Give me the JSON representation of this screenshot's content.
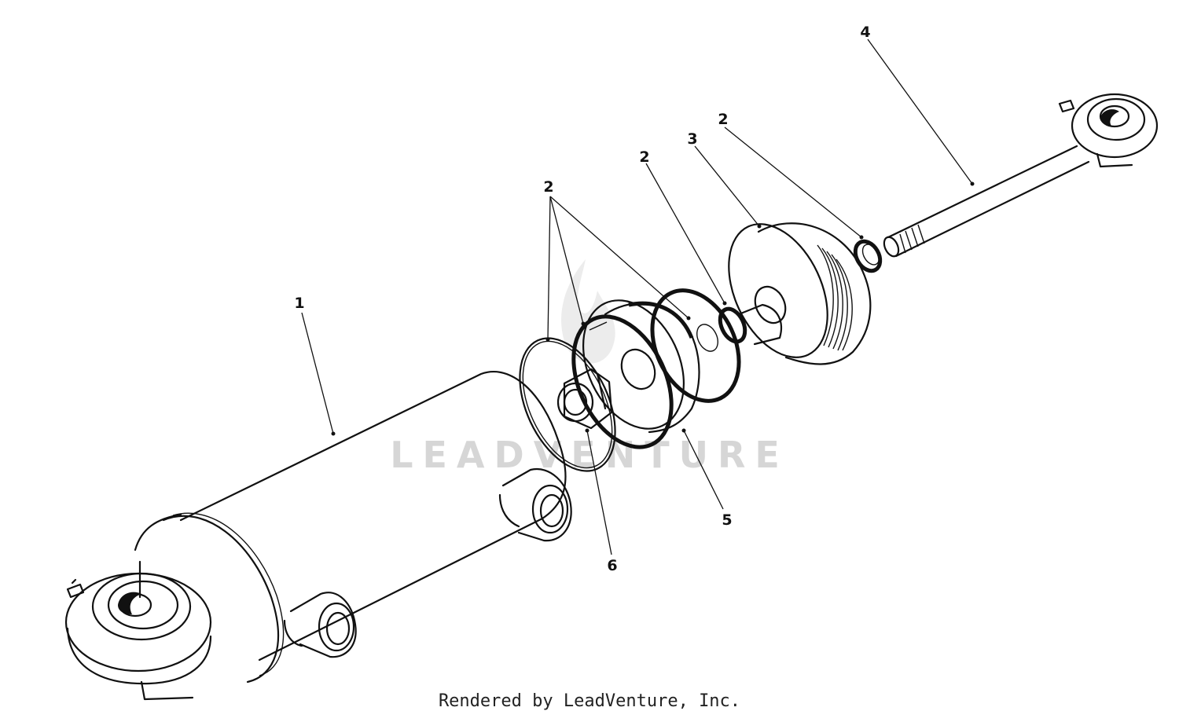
{
  "watermark": {
    "text": "LEADVENTURE"
  },
  "credit": "Rendered by LeadVenture, Inc.",
  "callouts": {
    "c1": "1",
    "c2a": "2",
    "c2b": "2",
    "c2c": "2",
    "c3": "3",
    "c4": "4",
    "c5": "5",
    "c6": "6"
  },
  "parts": [
    {
      "id": "1",
      "kind": "cylinder-barrel"
    },
    {
      "id": "2",
      "kind": "o-ring"
    },
    {
      "id": "3",
      "kind": "gland"
    },
    {
      "id": "4",
      "kind": "rod"
    },
    {
      "id": "5",
      "kind": "piston"
    },
    {
      "id": "6",
      "kind": "nut"
    }
  ]
}
